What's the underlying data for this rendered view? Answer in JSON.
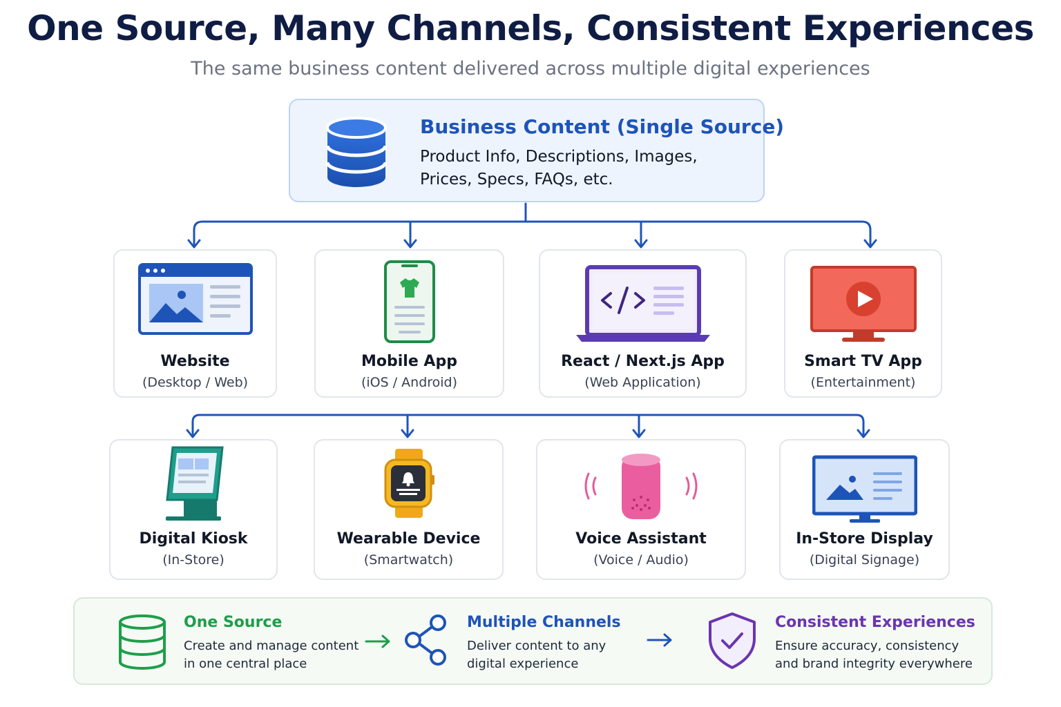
{
  "header": {
    "title": "One Source, Many Channels, Consistent Experiences",
    "subtitle": "The same business content delivered across multiple digital experiences"
  },
  "source": {
    "title": "Business Content (Single Source)",
    "description": "Product Info, Descriptions, Images, Prices, Specs, FAQs, etc.",
    "icon": "database-icon"
  },
  "channels": [
    {
      "name": "Website",
      "sub": "(Desktop / Web)",
      "icon": "browser-window-icon"
    },
    {
      "name": "Mobile App",
      "sub": "(iOS / Android)",
      "icon": "smartphone-icon"
    },
    {
      "name": "React / Next.js App",
      "sub": "(Web Application)",
      "icon": "laptop-code-icon"
    },
    {
      "name": "Smart TV App",
      "sub": "(Entertainment)",
      "icon": "tv-play-icon"
    },
    {
      "name": "Digital Kiosk",
      "sub": "(In-Store)",
      "icon": "kiosk-icon"
    },
    {
      "name": "Wearable Device",
      "sub": "(Smartwatch)",
      "icon": "smartwatch-icon"
    },
    {
      "name": "Voice Assistant",
      "sub": "(Voice / Audio)",
      "icon": "smart-speaker-icon"
    },
    {
      "name": "In-Store Display",
      "sub": "(Digital Signage)",
      "icon": "monitor-icon"
    }
  ],
  "summary": [
    {
      "title": "One Source",
      "description": "Create and manage content in one central place",
      "color": "#1e9e4a",
      "icon": "database-icon"
    },
    {
      "title": "Multiple Channels",
      "description": "Deliver content to any digital experience",
      "color": "#1e54b8",
      "icon": "share-icon"
    },
    {
      "title": "Consistent Experiences",
      "description": "Ensure accuracy, consistency and brand integrity everywhere",
      "color": "#6b35b0",
      "icon": "shield-check-icon"
    }
  ],
  "colors": {
    "connector": "#1e54b8",
    "title": "#0f1d45",
    "accent_blue": "#1e54b8"
  }
}
